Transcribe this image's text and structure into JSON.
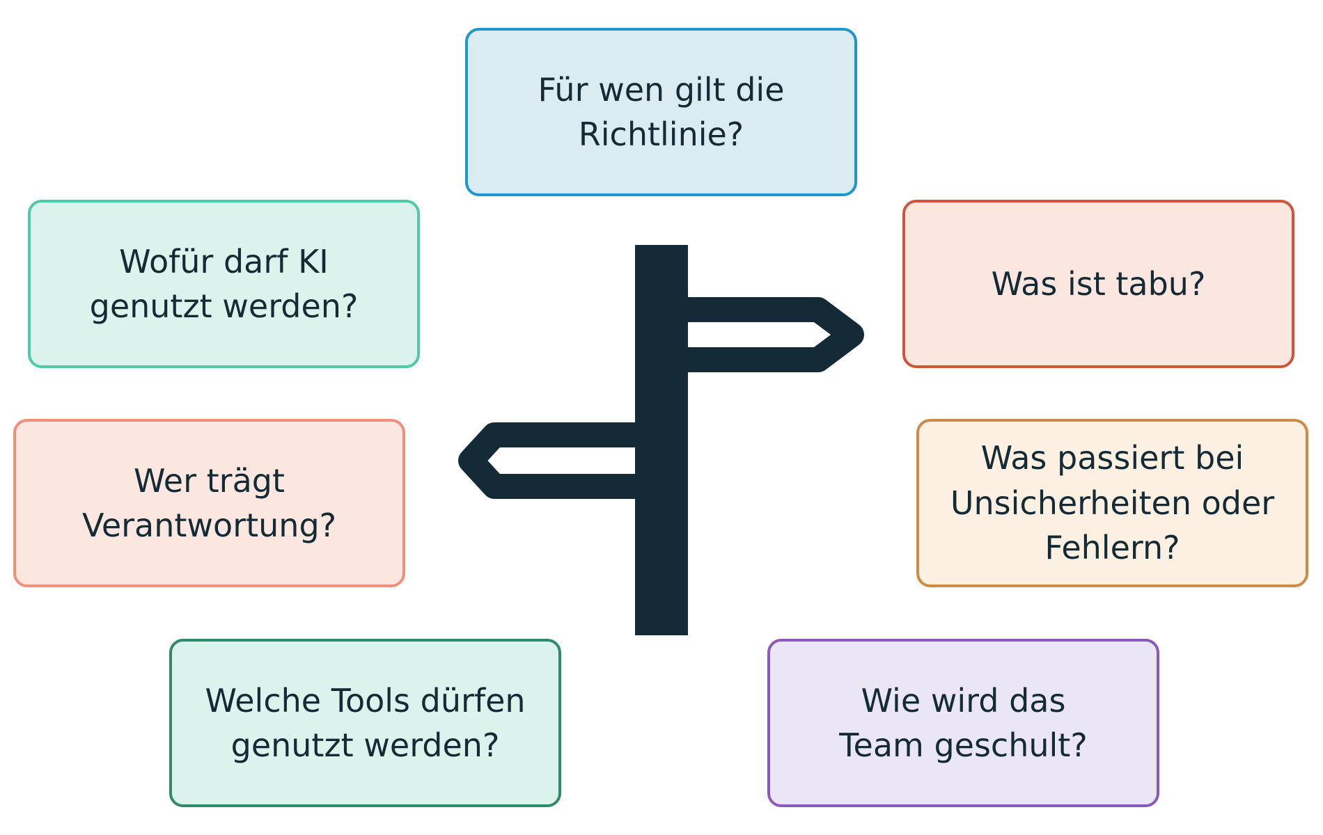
{
  "cards": [
    {
      "id": "who",
      "text": "Für wen gilt die\nRichtlinie?",
      "border": "#1f95d2",
      "fill": "#dbebf2"
    },
    {
      "id": "what-for",
      "text": "Wofür darf KI\ngenutzt werden?",
      "border": "#4fc9a8",
      "fill": "#dcf3ed"
    },
    {
      "id": "taboo",
      "text": "Was ist tabu?",
      "border": "#cf5439",
      "fill": "#fce7e0"
    },
    {
      "id": "responsibility",
      "text": "Wer trägt\nVerantwortung?",
      "border": "#f0907a",
      "fill": "#fce7e0"
    },
    {
      "id": "uncertainty",
      "text": "Was passiert bei\nUnsicherheiten oder\nFehlern?",
      "border": "#cf8a45",
      "fill": "#fcf0e2"
    },
    {
      "id": "tools",
      "text": "Welche Tools dürfen\ngenutzt werden?",
      "border": "#2e8a6a",
      "fill": "#dcf3ed"
    },
    {
      "id": "training",
      "text": "Wie wird das\nTeam geschult?",
      "border": "#8b59b8",
      "fill": "#ebe6f5"
    }
  ],
  "icon": {
    "name": "signpost-icon",
    "color": "#142b37"
  }
}
